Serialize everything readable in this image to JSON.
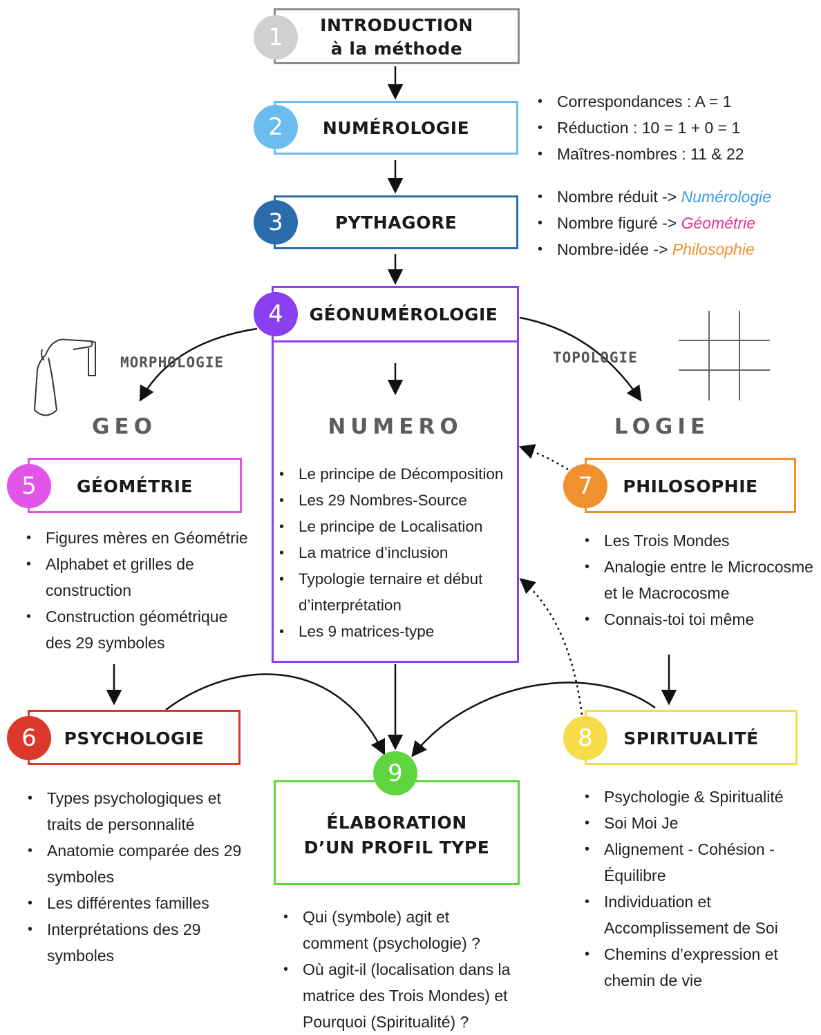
{
  "colors": {
    "c1": "#d0d0d0",
    "c2": "#6dbcf0",
    "c3": "#2b6cad",
    "c4": "#8a3ff0",
    "c5": "#e354e8",
    "c6": "#d9382b",
    "c7": "#f0902e",
    "c8": "#f6dc4a",
    "c9": "#5fd63e",
    "numerologie_text": "#3a9be6",
    "geometrie_text": "#e8348f",
    "philosophie_text": "#f0902e"
  },
  "steps": {
    "s1": {
      "number": "1",
      "title_line1": "INTRODUCTION",
      "title_line2": "à la méthode"
    },
    "s2": {
      "number": "2",
      "title": "NUMÉROLOGIE"
    },
    "s3": {
      "number": "3",
      "title": "PYTHAGORE"
    },
    "s4": {
      "number": "4",
      "title": "GÉONUMÉROLOGIE"
    },
    "s5": {
      "number": "5",
      "title": "GÉOMÉTRIE"
    },
    "s6": {
      "number": "6",
      "title": "PSYCHOLOGIE"
    },
    "s7": {
      "number": "7",
      "title": "PHILOSOPHIE"
    },
    "s8": {
      "number": "8",
      "title": "SPIRITUALITÉ"
    },
    "s9": {
      "number": "9",
      "title_line1": "ÉLABORATION",
      "title_line2": "D’UN PROFIL TYPE"
    }
  },
  "numerologie_bullets": [
    "Correspondances : A = 1",
    "Réduction : 10 = 1 + 0 = 1",
    "Maîtres-nombres : 11 & 22"
  ],
  "pythagore_bullets": [
    {
      "prefix": "Nombre réduit -> ",
      "term": "Numérologie"
    },
    {
      "prefix": "Nombre figuré -> ",
      "term": "Géométrie"
    },
    {
      "prefix": "Nombre-idée -> ",
      "term": "Philosophie"
    }
  ],
  "labels": {
    "morphologie": "MORPHOLOGIE",
    "topologie": "TOPOLOGIE",
    "geo": "GEO",
    "numero": "NUMERO",
    "logie": "LOGIE"
  },
  "icons": {
    "left": "compass-hand-icon",
    "right": "grid-icon"
  },
  "numero_bullets": [
    "Le principe de Décomposition",
    "Les 29 Nombres-Source",
    "Le principe de Localisation",
    "La matrice d’inclusion",
    "Typologie ternaire et début",
    "d’interprétation",
    "Les 9 matrices-type"
  ],
  "geometrie_bullets": [
    "Figures mères en Géométrie",
    "Alphabet et grilles de",
    "construction",
    "Construction géométrique",
    "des 29 symboles"
  ],
  "philosophie_bullets": [
    "Les Trois Mondes",
    "Analogie entre le Microcosme",
    "et le Macrocosme",
    "Connais-toi toi même"
  ],
  "psychologie_bullets": [
    "Types psychologiques et",
    "traits de personnalité",
    "Anatomie comparée des 29",
    "symboles",
    "Les différentes familles",
    "Interprétations des 29",
    "symboles"
  ],
  "spiritualite_bullets": [
    "Psychologie & Spiritualité",
    "Soi Moi Je",
    "Alignement - Cohésion -",
    "Équilibre",
    "Individuation et",
    "Accomplissement de Soi",
    "Chemins d’expression et",
    "chemin de vie"
  ],
  "profil_bullets": [
    "Qui (symbole) agit et",
    "comment (psychologie) ?",
    "Où agit-il (localisation dans la",
    "matrice des Trois Mondes) et",
    "Pourquoi (Spiritualité) ?"
  ]
}
